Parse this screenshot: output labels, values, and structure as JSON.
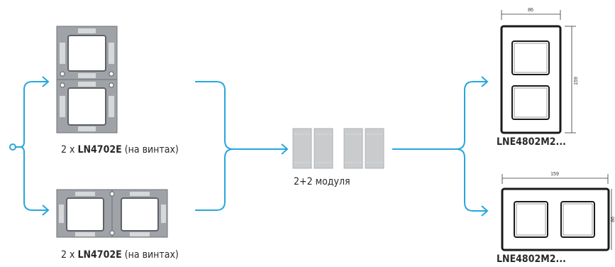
{
  "frames": {
    "vertical": {
      "count_prefix": "2 x",
      "code": "LN4702E",
      "note": "(на винтах)"
    },
    "horizontal": {
      "count_prefix": "2 x",
      "code": "LN4702E",
      "note": "(на винтах)"
    }
  },
  "modules": {
    "label": "2+2 модуля"
  },
  "plates": {
    "vertical": {
      "code": "LNE4802M2...",
      "width_dim": "86",
      "height_dim": "159"
    },
    "horizontal": {
      "code": "LNE4802M2...",
      "width_dim": "159",
      "height_dim": "86"
    }
  },
  "colors": {
    "connector": "#29a6dc",
    "metal": "#8e9297",
    "plate_border": "#1a1a1a",
    "module": "#c9cbcd"
  }
}
